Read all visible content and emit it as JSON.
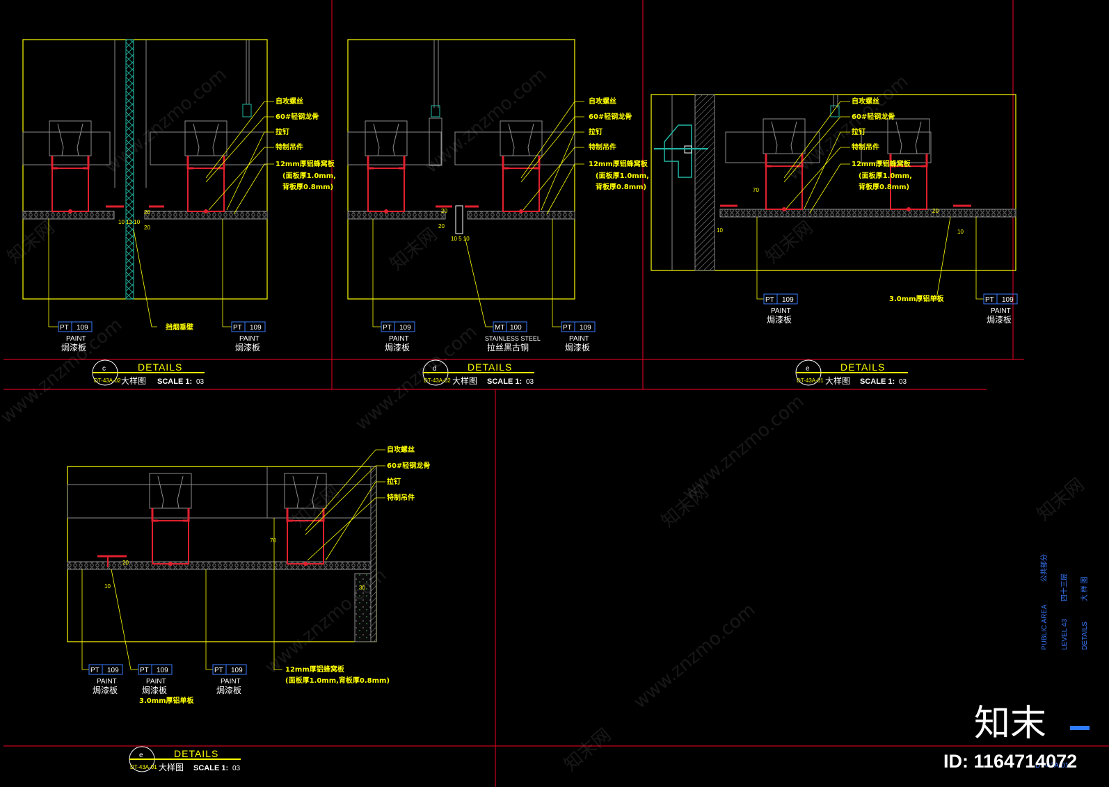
{
  "labels": {
    "screw": "自攻螺丝",
    "keel": "60#轻钢龙骨",
    "rivet": "拉钉",
    "hanger": "特制吊件",
    "honeycomb": "12mm厚铝蜂窝板",
    "honeycomb_spec": "(面板厚1.0mm,",
    "honeycomb_spec2": "背板厚0.8mm)",
    "honeycomb_spec_full": "(面板厚1.0mm,背板厚0.8mm)",
    "smoke_curtain": "挡烟垂壁",
    "alu_plate": "3.0mm厚铝单板"
  },
  "tags": {
    "pt": "PT",
    "pt_num": "109",
    "paint": "PAINT",
    "paint_cn": "焗漆板",
    "mt": "MT",
    "mt_num": "100",
    "steel": "STAINLESS STEEL",
    "steel_cn": "拉丝黑古铜"
  },
  "details": [
    {
      "letter": "c",
      "ref": "DT-43A-02",
      "title": "DETAILS",
      "cn": "大样图",
      "scale": "SCALE 1:",
      "scale_num": "03"
    },
    {
      "letter": "d",
      "ref": "DT-43A-02",
      "title": "DETAILS",
      "cn": "大样图",
      "scale": "SCALE 1:",
      "scale_num": "03"
    },
    {
      "letter": "e",
      "ref": "DT-43A-01",
      "title": "DETAILS",
      "cn": "大样图",
      "scale": "SCALE 1:",
      "scale_num": "03"
    },
    {
      "letter": "e",
      "ref": "DT-43A-01",
      "title": "DETAILS",
      "cn": "大样图",
      "scale": "SCALE 1:",
      "scale_num": "03"
    }
  ],
  "dims": {
    "d20": "20",
    "d10": "10",
    "d70": "70",
    "d30": "30",
    "c_bottom": "10 12 10",
    "d_bottom": "10 5 10"
  },
  "titleblock": {
    "area": "PUBLIC AREA",
    "area_cn": "公共部分",
    "level": "LEVEL 43",
    "level_cn": "四十三层",
    "details": "DETAILS",
    "details_cn": "大 样 图",
    "sheet": "DT-43A-01"
  },
  "watermark": {
    "url": "www.znzmo.com",
    "brand": "知末网"
  },
  "branding": {
    "logo": "知末",
    "id": "ID: 1164714072"
  },
  "colors": {
    "frame": "#c8001e",
    "line": "#ffff00",
    "steel": "#e0202e",
    "cyan": "#1fb7a4",
    "grey": "#8c8c8c"
  }
}
